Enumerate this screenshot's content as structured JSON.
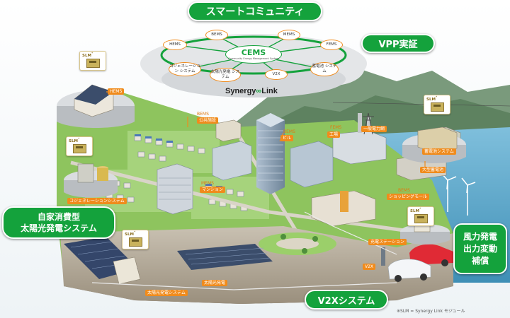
{
  "title": "スマートコミュニティ",
  "callouts": {
    "vpp": "VPP実証",
    "self_solar_line1": "自家消費型",
    "self_solar_line2": "太陽光発電システム",
    "wind_line1": "風力発電",
    "wind_line2": "出力変動",
    "wind_line3": "補償",
    "v2x": "V2Xシステム"
  },
  "cems_ring": {
    "center_title": "CEMS",
    "center_subtitle": "Community Energy Management System",
    "nodes": [
      "HEMS",
      "BEMS",
      "MEMS",
      "FEMS",
      "コジェネレーション システム",
      "太陽光発電 システム",
      "V2X",
      "蓄電池 システム"
    ]
  },
  "brand": {
    "part1": "Synergy",
    "part2": "Link"
  },
  "slm_label": "SLM",
  "slm_superscript": "*",
  "labels": {
    "hems_house": "HEMS",
    "bems_public": "BEMS",
    "public_facility": "公共施設",
    "bems_building": "BEMS",
    "building": "ビル",
    "fems": "FEMS",
    "factory": "工場",
    "general_power": "一般電力網",
    "storage_system": "蓄電池システム",
    "big_battery": "大型蓄電池",
    "mems": "MEMS",
    "mansion": "マンション",
    "cogeneration": "コジェネレーションシステム",
    "bems_shop": "BEMS",
    "shopping_mall": "ショッピングモール",
    "charging_station": "充電ステーション",
    "v2x_small": "V2X",
    "solar_system": "太陽光発電",
    "solar_system2": "太陽光発電システム"
  },
  "footnote": "※SLM = Synergy Link モジュール",
  "colors": {
    "accent_green": "#14a23c",
    "orange": "#f08b1c",
    "sea": "#5aa7c9",
    "grass": "#7cc04e"
  }
}
